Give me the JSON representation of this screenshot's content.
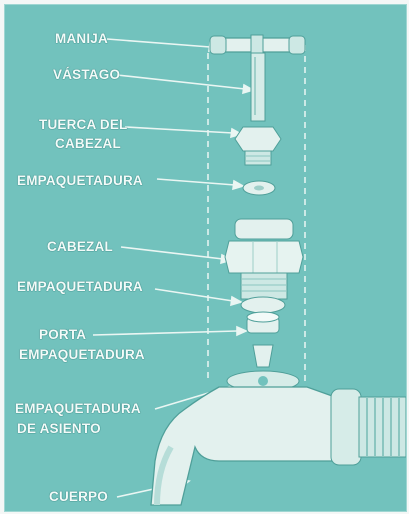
{
  "labels": {
    "manija": "MANIJA",
    "vastago": "VÁSTAGO",
    "tuerca_line1": "TUERCA DEL",
    "tuerca_line2": "CABEZAL",
    "empaquetadura_top": "EMPAQUETADURA",
    "cabezal": "CABEZAL",
    "empaquetadura_mid": "EMPAQUETADURA",
    "porta_line1": "PORTA",
    "porta_line2": "EMPAQUETADURA",
    "asiento_line1": "EMPAQUETADURA",
    "asiento_line2": "DE ASIENTO",
    "cuerpo": "CUERPO"
  },
  "colors": {
    "background": "#72c2bd",
    "part_fill": "#e3f1ee",
    "part_shade": "#9fcfc9",
    "label_text": "#f3fbf9"
  }
}
